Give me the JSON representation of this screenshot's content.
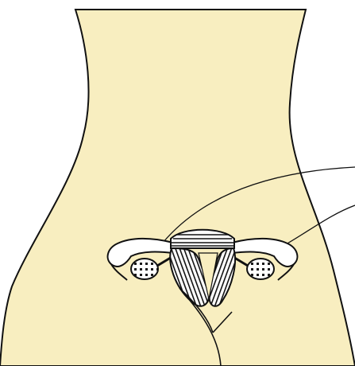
{
  "diagram": {
    "colors": {
      "skin": "#f8eec0",
      "outline": "#111111",
      "organ_fill": "#ffffff",
      "ovary_dots": "#1a1a1a"
    },
    "parts": [
      "body-outline",
      "uterus",
      "fallopian-tubes",
      "ovaries",
      "cervix",
      "leader-lines"
    ]
  }
}
